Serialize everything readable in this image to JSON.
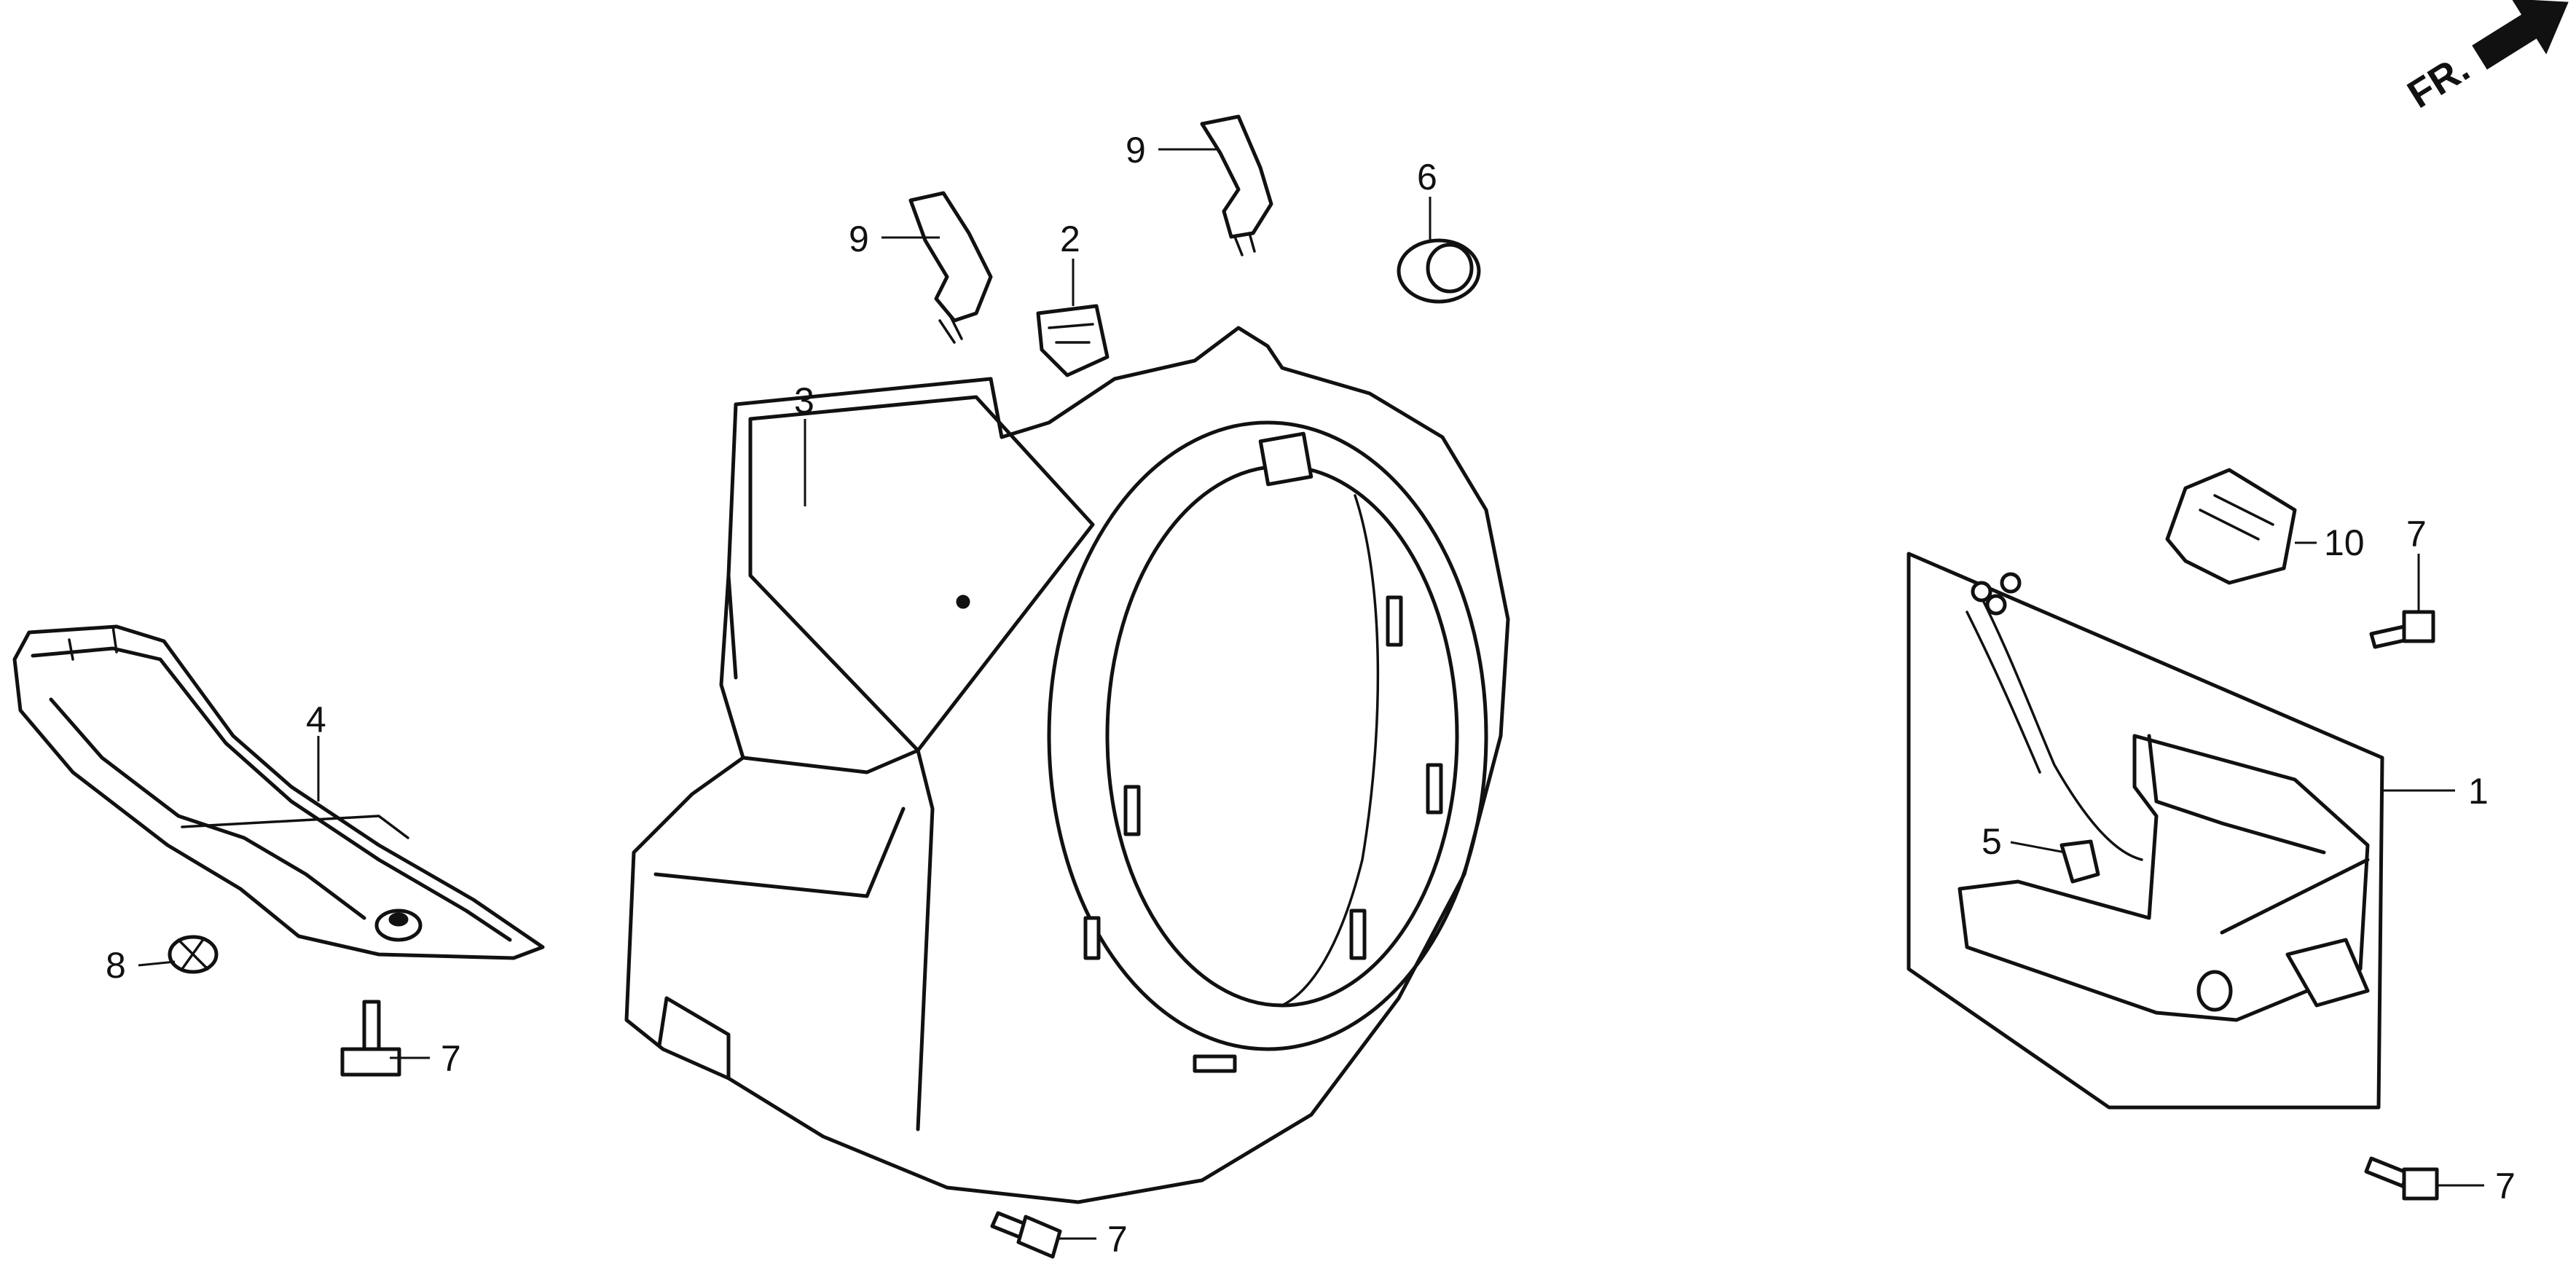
{
  "orientation": {
    "label": "FR."
  },
  "callouts": [
    {
      "id": "c1",
      "number": "1"
    },
    {
      "id": "c2",
      "number": "2"
    },
    {
      "id": "c3",
      "number": "3"
    },
    {
      "id": "c4",
      "number": "4"
    },
    {
      "id": "c5",
      "number": "5"
    },
    {
      "id": "c6",
      "number": "6"
    },
    {
      "id": "c7a",
      "number": "7"
    },
    {
      "id": "c7b",
      "number": "7"
    },
    {
      "id": "c7c",
      "number": "7"
    },
    {
      "id": "c7d",
      "number": "7"
    },
    {
      "id": "c8",
      "number": "8"
    },
    {
      "id": "c9a",
      "number": "9"
    },
    {
      "id": "c9b",
      "number": "9"
    },
    {
      "id": "c10",
      "number": "10"
    }
  ]
}
